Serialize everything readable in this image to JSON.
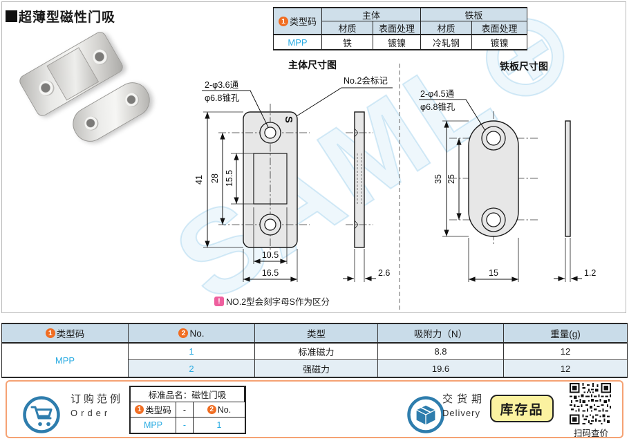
{
  "page": {
    "title": "超薄型磁性门吸",
    "watermark": "SAML⊕"
  },
  "colors": {
    "accent_cyan": "#29abe2",
    "badge_orange": "#f06d22",
    "header_blue": "#cfdfea",
    "row_alt_blue": "#e4eef5",
    "footer_border_orange": "#f5a273",
    "stock_yellow": "#fbf2a0",
    "icon_blue": "#2e7dad",
    "note_pink": "#ee5f9e"
  },
  "spec_table": {
    "type_code": {
      "badge": "1",
      "label": "类型码"
    },
    "group_body": "主体",
    "group_plate": "铁板",
    "sub_headers": [
      "材质",
      "表面处理",
      "材质",
      "表面处理"
    ],
    "row": {
      "code": "MPP",
      "values": [
        "铁",
        "镀镍",
        "冷轧钢",
        "镀镍"
      ]
    }
  },
  "drawings": {
    "main": {
      "title": "主体尺寸图",
      "hole_label_line1": "2-φ3.6通",
      "hole_label_line2": "φ6.8锥孔",
      "mark_label": "No.2会标记",
      "s_mark": "S",
      "dims": {
        "total_height": "41",
        "hole_spacing": "28",
        "magnet_height": "15.5",
        "magnet_width": "10.5",
        "total_width": "16.5",
        "thickness": "2.6"
      }
    },
    "plate": {
      "title": "铁板尺寸图",
      "hole_label_line1": "2-φ4.5通",
      "hole_label_line2": "φ6.8锥孔",
      "dims": {
        "total_height": "35",
        "hole_spacing": "25",
        "width": "15",
        "thickness": "1.2"
      }
    },
    "note": {
      "icon": "!",
      "text": "NO.2型会刻字母S作为区分"
    }
  },
  "selection_table": {
    "headers": [
      {
        "badge": "1",
        "label": "类型码"
      },
      {
        "badge": "2",
        "label": "No."
      },
      {
        "label": "类型"
      },
      {
        "label": "吸附力（N）"
      },
      {
        "label": "重量(g)"
      }
    ],
    "code": "MPP",
    "rows": [
      {
        "no": "1",
        "type": "标准磁力",
        "force": "8.8",
        "weight": "12"
      },
      {
        "no": "2",
        "type": "强磁力",
        "force": "19.6",
        "weight": "12"
      }
    ]
  },
  "footer": {
    "order": {
      "label_cn": "订购范例",
      "label_en": "Order"
    },
    "order_table": {
      "product_name": "标准品名：磁性门吸",
      "col1": {
        "badge": "1",
        "label": "类型码"
      },
      "dash": "-",
      "col2": {
        "badge": "2",
        "label": "No."
      },
      "row": {
        "code": "MPP",
        "no": "1"
      }
    },
    "delivery": {
      "label_cn": "交货期",
      "label_en": "Delivery",
      "stock_label": "库存品"
    },
    "qr": {
      "caption": "扫码查价"
    }
  }
}
